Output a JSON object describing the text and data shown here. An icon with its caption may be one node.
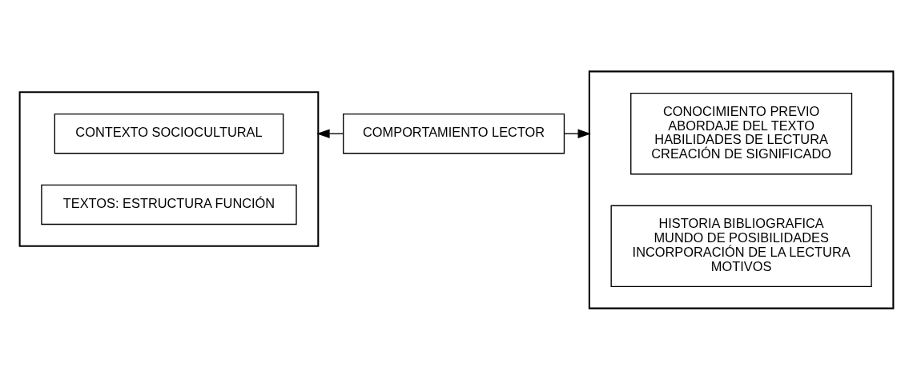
{
  "diagram": {
    "nodes": [
      {
        "text": [],
        "shape": "box"
      },
      {
        "text": [
          "CONTEXTO SOCIOCULTURAL"
        ],
        "in": 0
      },
      {
        "text": [
          "TEXTOS: ESTRUCTURA FUNCIÓN"
        ],
        "in": 0
      },
      {
        "text": [
          "COMPORTAMIENTO LECTOR"
        ]
      },
      {
        "text": [],
        "shape": "box"
      },
      {
        "text": [
          "CONOCIMIENTO PREVIO",
          "ABORDAJE DEL TEXTO",
          "HABILIDADES DE LECTURA",
          "CREACIÓN DE SIGNIFICADO"
        ],
        "in": 4
      },
      {
        "text": [
          "HISTORIA BIBLIOGRAFICA",
          "MUNDO DE POSIBILIDADES",
          "INCORPORACIÓN DE LA LECTURA",
          "MOTIVOS"
        ],
        "in": 4
      }
    ],
    "edges": [
      {
        "from": 3,
        "to": 0,
        "arrow": "to"
      },
      {
        "from": 3,
        "to": 4,
        "arrow": "to"
      }
    ]
  }
}
